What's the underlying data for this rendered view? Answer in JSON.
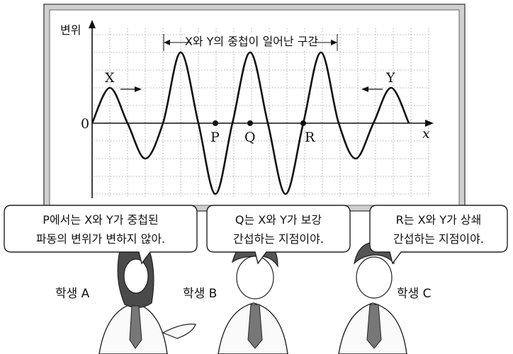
{
  "diagram": {
    "y_axis_label": "변위",
    "x_axis_label": "x",
    "origin_label": "0",
    "overlap_label": "X와 Y의 중첩이 일어난 구간",
    "wave_x_label": "X",
    "wave_y_label": "Y",
    "points": [
      {
        "name": "P"
      },
      {
        "name": "Q"
      },
      {
        "name": "R"
      }
    ]
  },
  "students": [
    {
      "name": "학생 A",
      "speech_line1": "P에서는 X와 Y가 중첩된",
      "speech_line2": "파동의 변위가 변하지 않아."
    },
    {
      "name": "학생 B",
      "speech_line1": "Q는 X와 Y가 보강",
      "speech_line2": "간섭하는 지점이야."
    },
    {
      "name": "학생 C",
      "speech_line1": "R는 X와 Y가 상쇄",
      "speech_line2": "간섭하는 지점이야."
    }
  ]
}
